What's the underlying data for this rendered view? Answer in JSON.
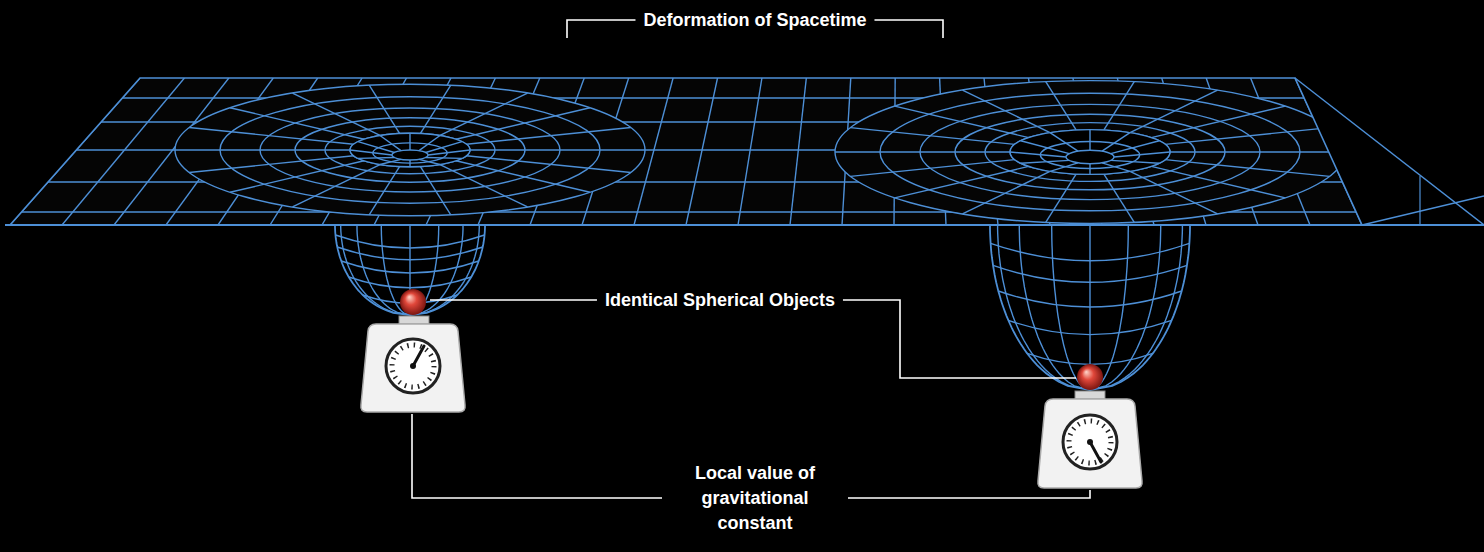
{
  "diagram": {
    "labels": [
      "Deformation of Spacetime",
      "Identical Spherical Objects",
      "Local value of gravitational constant"
    ]
  }
}
